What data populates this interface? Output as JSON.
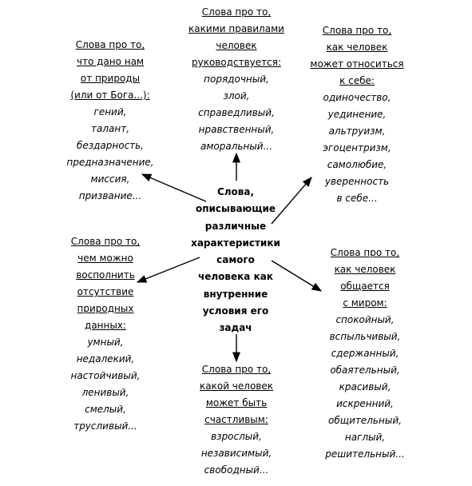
{
  "center": {
    "lines": [
      "Слова,",
      "описывающие",
      "различные",
      "характеристики",
      "самого",
      "человека как",
      "внутренние",
      "условия его",
      "задач"
    ]
  },
  "blocks": {
    "top": {
      "heading": [
        "Слова про то,",
        "какими правилами",
        "человек",
        "руководствуется:"
      ],
      "items": [
        "порядочный,",
        "злой,",
        "справедливый,",
        "нравственный,",
        "аморальный..."
      ]
    },
    "top_left": {
      "heading": [
        "Слова про то,",
        "что дано нам",
        "от природы",
        "(или от Бога...):"
      ],
      "items": [
        "гений,",
        "талант,",
        "бездарность,",
        "предназначение,",
        "миссия,",
        "призвание..."
      ]
    },
    "top_right": {
      "heading": [
        "Слова про то,",
        "как человек",
        "может относиться",
        "к себе:"
      ],
      "items": [
        "одиночество,",
        "уединение,",
        "альтруизм,",
        "эгоцентризм,",
        "самолюбие,",
        "уверенность",
        "в себе..."
      ]
    },
    "bottom_left": {
      "heading": [
        "Слова про то,",
        "чем можно",
        "восполнить",
        "отсутствие",
        "природных",
        "данных:"
      ],
      "items": [
        "умный,",
        "недалекий,",
        "настойчивый,",
        "ленивый,",
        "смелый,",
        "трусливый..."
      ]
    },
    "bottom_right": {
      "heading": [
        "Слова про то,",
        "как человек",
        "общается",
        "с миром:"
      ],
      "items": [
        "спокойный,",
        "вспыльчивый,",
        "сдержанный,",
        "обаятельный,",
        "красивый,",
        "искренний,",
        "общительный,",
        "наглый,",
        "решительный..."
      ]
    },
    "bottom": {
      "heading": [
        "Слова про то,",
        "какой человек",
        "может быть",
        "счастливым:"
      ],
      "items": [
        "взрослый,",
        "независимый,",
        "свободный..."
      ]
    }
  },
  "colors": {
    "text": "#000000",
    "arrow": "#000000",
    "background": "#ffffff"
  }
}
